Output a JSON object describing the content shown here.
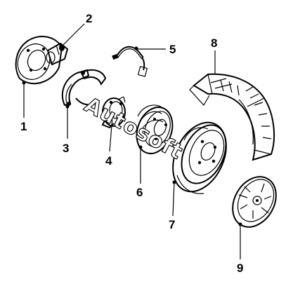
{
  "callouts": [
    {
      "id": "1",
      "label": "1"
    },
    {
      "id": "2",
      "label": "2"
    },
    {
      "id": "3",
      "label": "3"
    },
    {
      "id": "4",
      "label": "4"
    },
    {
      "id": "5",
      "label": "5"
    },
    {
      "id": "6",
      "label": "6"
    },
    {
      "id": "7",
      "label": "7"
    },
    {
      "id": "8",
      "label": "8"
    },
    {
      "id": "9",
      "label": "9"
    }
  ],
  "watermark": "Autosoft"
}
